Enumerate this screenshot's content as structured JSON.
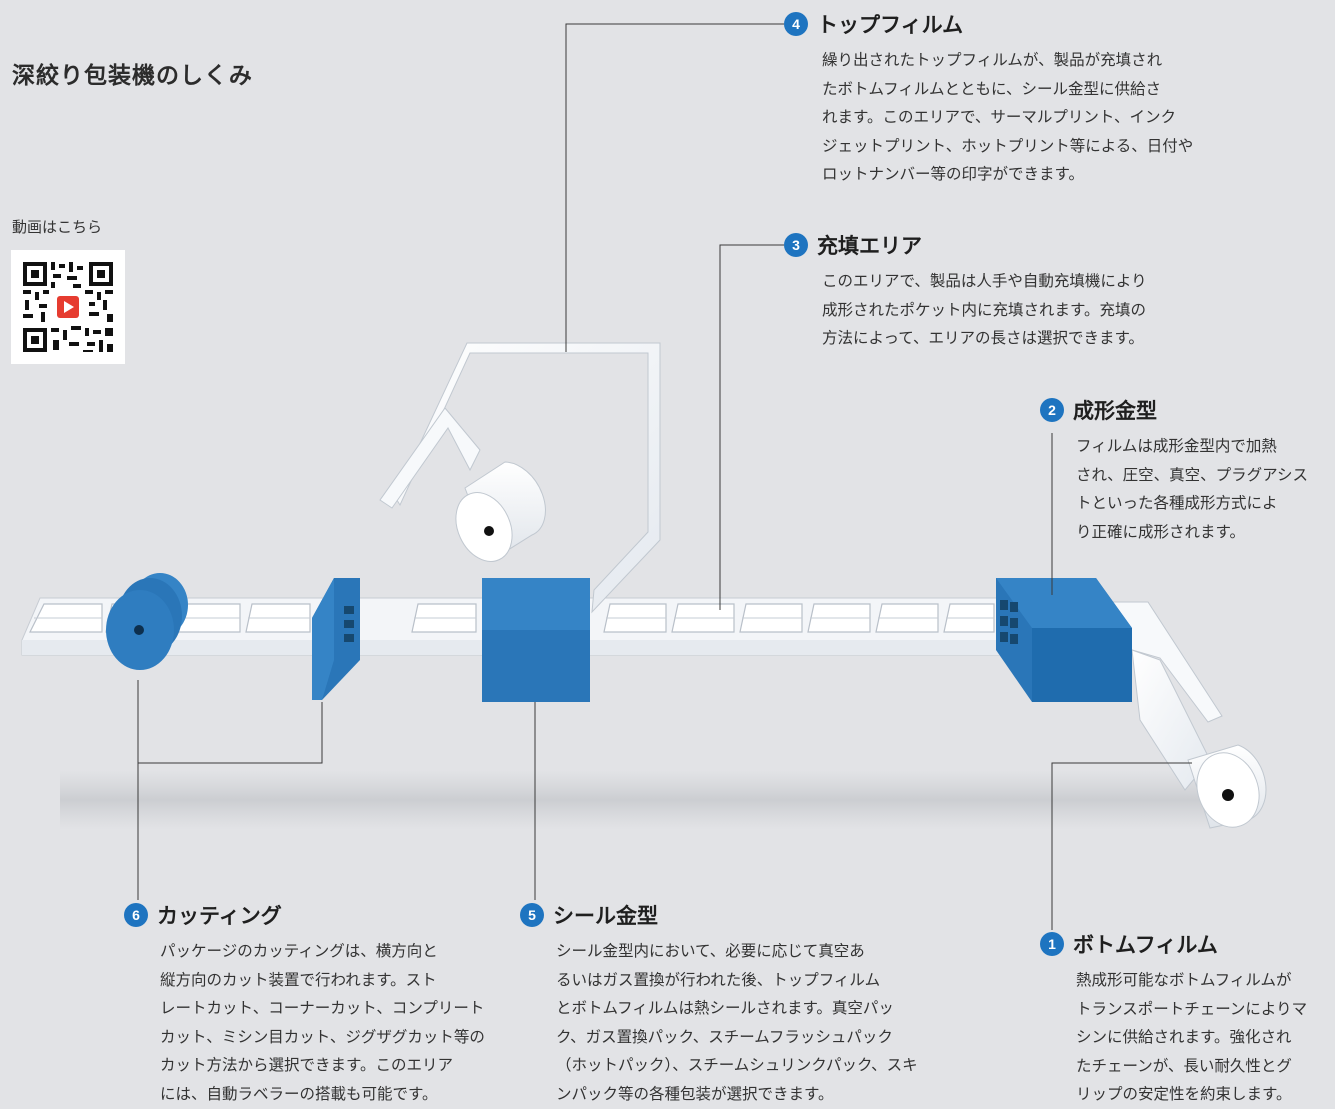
{
  "page": {
    "title": "深絞り包装機のしくみ",
    "video_caption": "動画はこちら"
  },
  "steps": [
    {
      "num": "1",
      "title": "ボトムフィルム",
      "desc": "熱成形可能なボトムフィルムが\nトランスポートチェーンによりマ\nシンに供給されます。強化され\nたチェーンが、長い耐久性とグ\nリップの安定性を約束します。"
    },
    {
      "num": "2",
      "title": "成形金型",
      "desc": "フィルムは成形金型内で加熱\nされ、圧空、真空、プラグアシス\nトといった各種成形方式によ\nり正確に成形されます。"
    },
    {
      "num": "3",
      "title": "充填エリア",
      "desc": "このエリアで、製品は人手や自動充填機により\n成形されたポケット内に充填されます。充填の\n方法によって、エリアの長さは選択できます。"
    },
    {
      "num": "4",
      "title": "トップフィルム",
      "desc": "繰り出されたトップフィルムが、製品が充填され\nたボトムフィルムとともに、シール金型に供給さ\nれます。このエリアで、サーマルプリント、インク\nジェットプリント、ホットプリント等による、日付や\nロットナンバー等の印字ができます。"
    },
    {
      "num": "5",
      "title": "シール金型",
      "desc": "シール金型内において、必要に応じて真空あ\nるいはガス置換が行われた後、トップフィルム\nとボトムフィルムは熱シールされます。真空パッ\nク、ガス置換パック、スチームフラッシュパック\n（ホットパック）、スチームシュリンクパック、スキ\nンパック等の各種包装が選択できます。"
    },
    {
      "num": "6",
      "title": "カッティング",
      "desc": "パッケージのカッティングは、横方向と\n縦方向のカット装置で行われます。スト\nレートカット、コーナーカット、コンプリート\nカット、ミシン目カット、ジグザグカット等の\nカット方法から選択できます。このエリア\nには、自動ラベラーの搭載も可能です。"
    }
  ],
  "colors": {
    "accent": "#1e74c0",
    "machine_blue": "#2a76b8",
    "background": "#e2e3e6"
  }
}
